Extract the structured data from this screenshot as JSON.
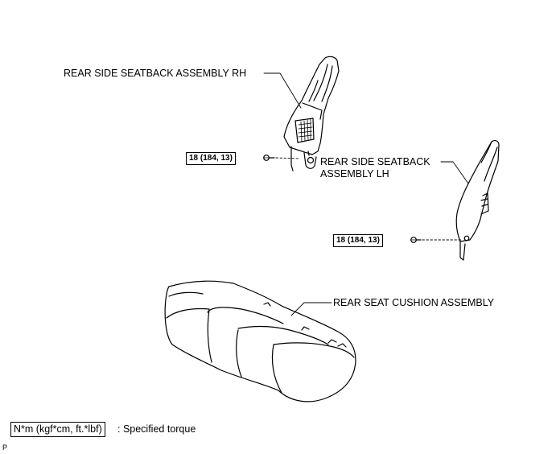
{
  "labels": {
    "rear_side_seatback_rh": "REAR SIDE SEATBACK ASSEMBLY RH",
    "rear_side_seatback_lh_line1": "REAR SIDE SEATBACK",
    "rear_side_seatback_lh_line2": "ASSEMBLY LH",
    "rear_seat_cushion": "REAR SEAT CUSHION ASSEMBLY"
  },
  "torque": {
    "rh_bolt": "18 (184, 13)",
    "lh_bolt": "18 (184, 13)"
  },
  "legend": {
    "unit_box": "N*m (kgf*cm, ft.*lbf)",
    "description": ": Specified torque"
  },
  "figure_code": "P"
}
